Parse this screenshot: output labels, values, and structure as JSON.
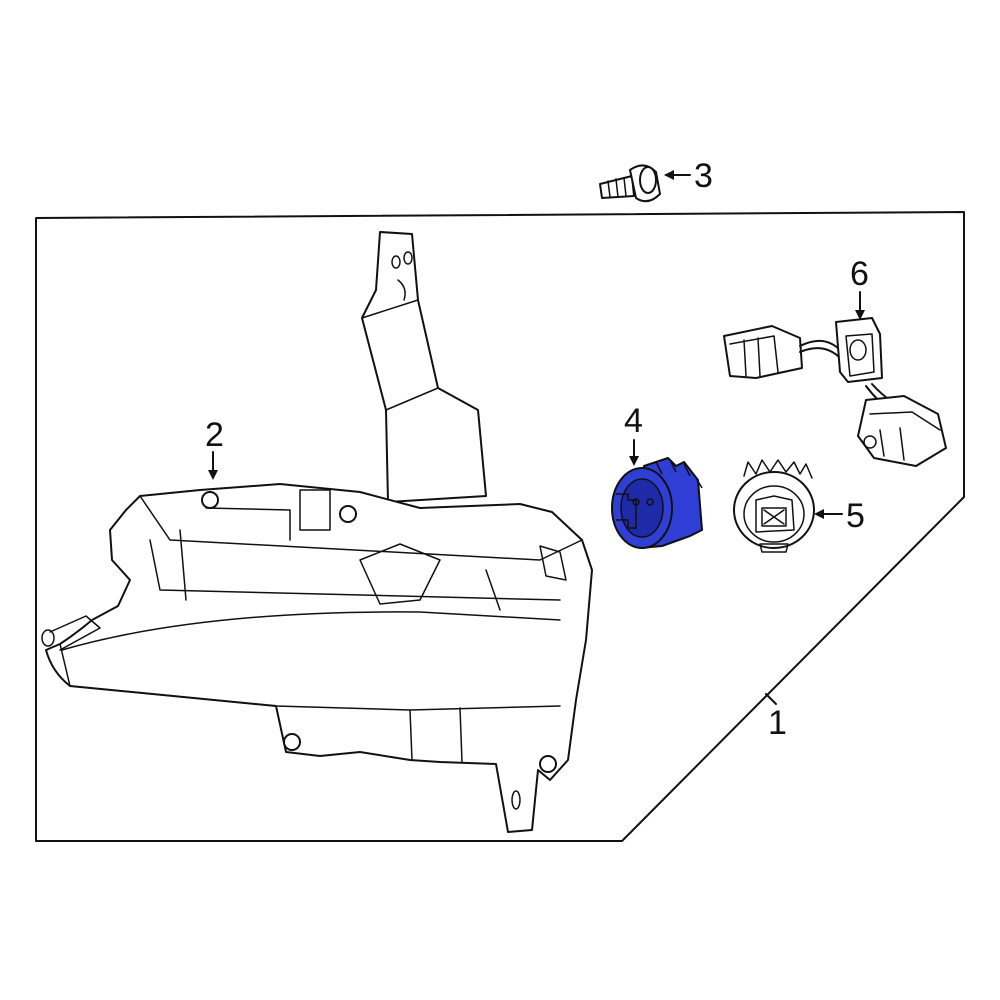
{
  "callouts": [
    {
      "id": "part-1",
      "label": "1"
    },
    {
      "id": "part-2",
      "label": "2"
    },
    {
      "id": "part-3",
      "label": "3"
    },
    {
      "id": "part-4",
      "label": "4"
    },
    {
      "id": "part-5",
      "label": "5"
    },
    {
      "id": "part-6",
      "label": "6"
    }
  ],
  "colors": {
    "highlight": "#2f3fd6",
    "highlight_dark": "#1f2aa8",
    "line": "#111111",
    "background": "#ffffff"
  }
}
